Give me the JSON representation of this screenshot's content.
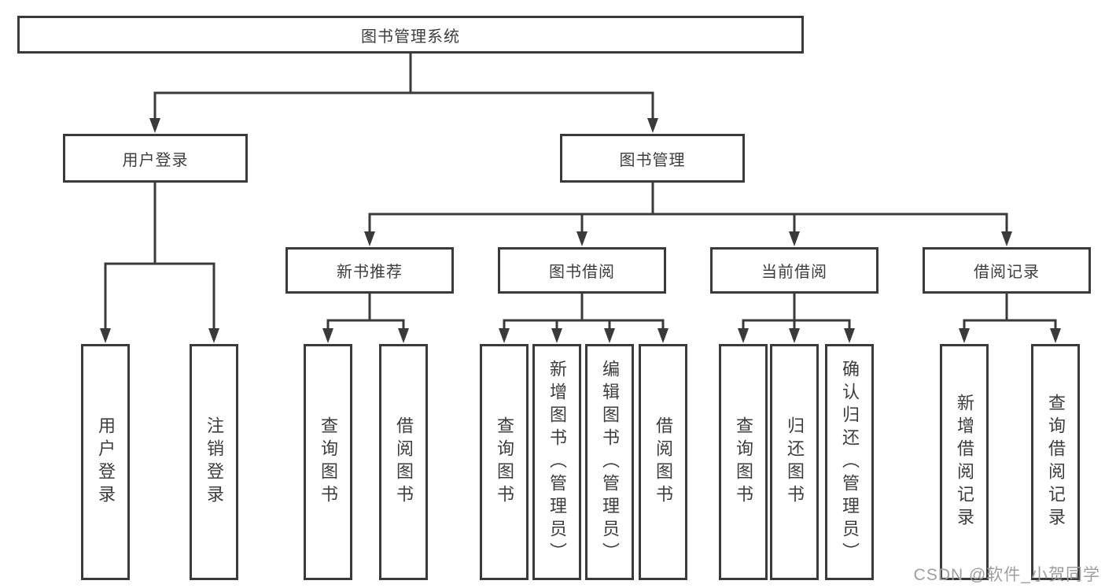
{
  "tree": {
    "root": {
      "label": "图书管理系统",
      "children": [
        {
          "label": "用户登录",
          "children": [
            {
              "label": "用户登录"
            },
            {
              "label": "注销登录"
            }
          ]
        },
        {
          "label": "图书管理",
          "children": [
            {
              "label": "新书推荐",
              "children": [
                {
                  "label": "查询图书"
                },
                {
                  "label": "借阅图书"
                }
              ]
            },
            {
              "label": "图书借阅",
              "children": [
                {
                  "label": "查询图书"
                },
                {
                  "label": "新增图书（管理员）"
                },
                {
                  "label": "编辑图书（管理员）"
                },
                {
                  "label": "借阅图书"
                }
              ]
            },
            {
              "label": "当前借阅",
              "children": [
                {
                  "label": "查询图书"
                },
                {
                  "label": "归还图书"
                },
                {
                  "label": "确认归还（管理员）"
                }
              ]
            },
            {
              "label": "借阅记录",
              "children": [
                {
                  "label": "新增借阅记录"
                },
                {
                  "label": "查询借阅记录"
                }
              ]
            }
          ]
        }
      ]
    }
  },
  "watermark": {
    "text": "CSDN @软件_小贺同学"
  },
  "colors": {
    "line": "#3a3a3a",
    "text": "#3d3d3d",
    "watermark": "#9e9e9e",
    "background": "#ffffff"
  }
}
